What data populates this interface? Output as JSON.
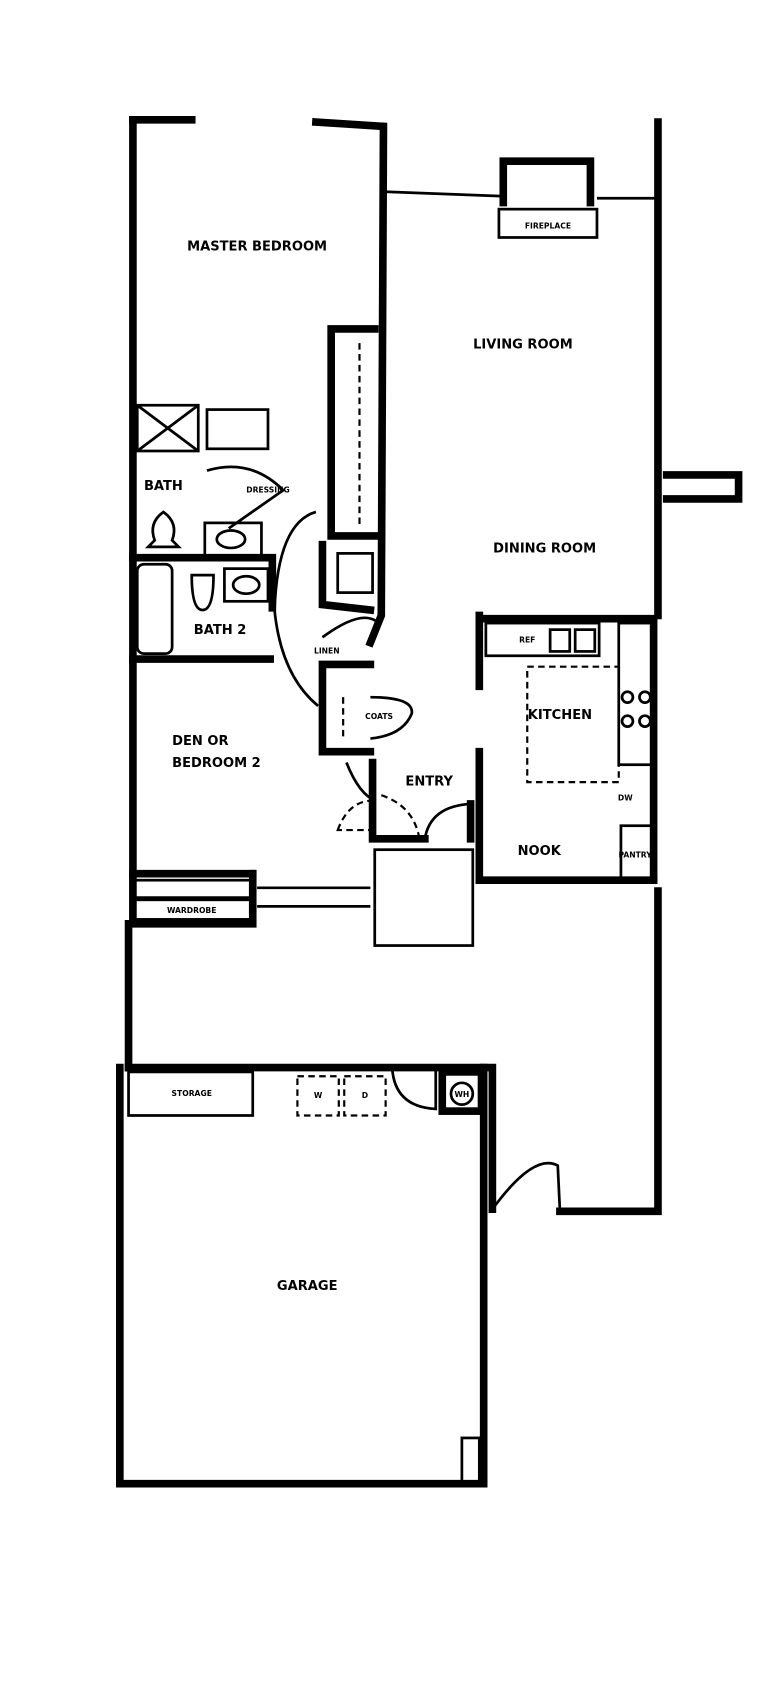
{
  "rooms": {
    "master_bedroom": "MASTER BEDROOM",
    "living_room": "LIVING ROOM",
    "fireplace": "FIREPLACE",
    "dining_room": "DINING ROOM",
    "bath": "BATH",
    "dressing": "DRESSING",
    "bath_2": "BATH 2",
    "linen": "LINEN",
    "coats": "COATS",
    "den_line1": "DEN OR",
    "den_line2": "BEDROOM 2",
    "entry": "ENTRY",
    "kitchen": "KITCHEN",
    "nook": "NOOK",
    "pantry": "PANTRY",
    "ref": "REF",
    "dw": "DW",
    "wardrobe": "WARDROBE",
    "storage": "STORAGE",
    "garage": "GARAGE",
    "washer": "W",
    "dryer": "D",
    "water_heater": "WH"
  }
}
